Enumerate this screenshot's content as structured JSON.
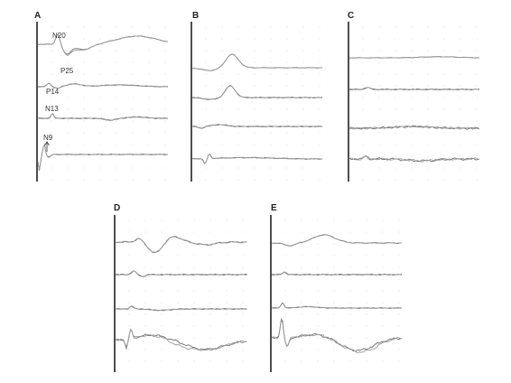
{
  "figure": {
    "panels": [
      {
        "id": "A",
        "label": "A",
        "peak_labels": [
          {
            "key": "n20",
            "text": "N20"
          },
          {
            "key": "p25",
            "text": "P25"
          },
          {
            "key": "p14",
            "text": "P14"
          },
          {
            "key": "n13",
            "text": "N13"
          },
          {
            "key": "n9",
            "text": "N9"
          }
        ]
      },
      {
        "id": "B",
        "label": "B",
        "peak_labels": []
      },
      {
        "id": "C",
        "label": "C",
        "peak_labels": []
      },
      {
        "id": "D",
        "label": "D",
        "peak_labels": []
      },
      {
        "id": "E",
        "label": "E",
        "peak_labels": []
      }
    ],
    "colors": {
      "axis": "#222222",
      "trace": "#6e6e6e",
      "trace_overlay": "#9a9a9a",
      "grid_dot": "#d2d2d2"
    }
  }
}
